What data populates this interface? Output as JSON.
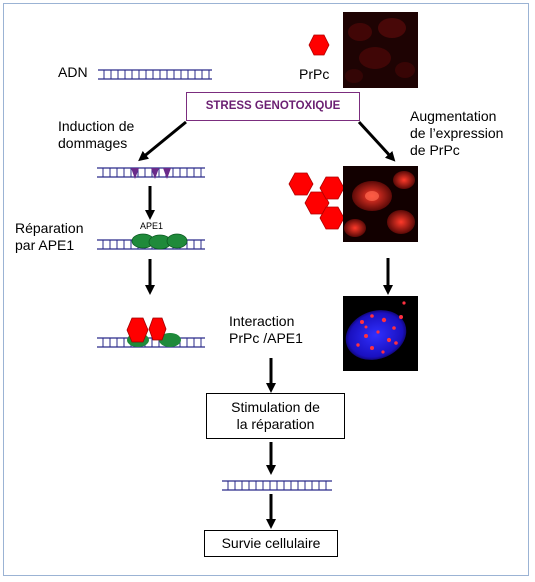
{
  "labels": {
    "adn": "ADN",
    "prpc": "PrPc",
    "stress": "STRESS GENOTOXIQUE",
    "induction": "Induction de\ndommages",
    "augmentation": "Augmentation\nde l’expression\nde PrPc",
    "reparation": "Réparation\npar APE1",
    "ape1_tag": "APE1",
    "interaction": "Interaction\nPrPc /APE1",
    "stimulation": "Stimulation de\nla réparation",
    "survie": "Survie cellulaire"
  },
  "colors": {
    "dna": "#2a2a8a",
    "prpc_hexagon": "#ff0000",
    "ape1_blob": "#1f8a3a",
    "damage_marker": "#6a2a8a",
    "stress_border": "#7b2d7e",
    "frame": "#9bb3d4"
  },
  "images": [
    {
      "name": "cell-image-basal",
      "description": "dim red fluorescence"
    },
    {
      "name": "cell-image-increased",
      "description": "bright red fluorescent cells"
    },
    {
      "name": "nucleus-image",
      "description": "blue nucleus with red dots"
    }
  ]
}
